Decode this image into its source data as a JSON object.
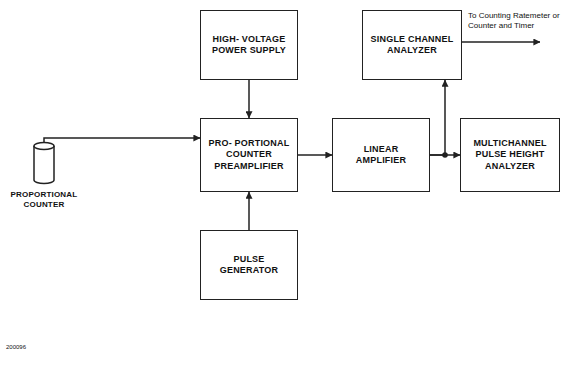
{
  "diagram": {
    "nodes": [
      {
        "text": [
          "HIGH- VOLTAGE POWER SUPPLY"
        ]
      },
      {
        "text": [
          "SINGLE CHANNEL ANALYZER"
        ]
      },
      {
        "text": [
          "PRO- PORTIONAL COUNTER PREAMPLIFIER"
        ]
      },
      {
        "text": [
          "LINEAR AMPLIFIER"
        ]
      },
      {
        "text": [
          "MULTICHANNEL PULSE HEIGHT ANALYZER"
        ]
      },
      {
        "text": [
          "PROPORTIONAL COUNTER"
        ]
      },
      {
        "text": [
          "PULSE GENERATOR"
        ]
      }
    ],
    "edges": [
      {
        "from": 0,
        "to": 2,
        "arrow": "to"
      },
      {
        "from": 6,
        "to": 2,
        "arrow": "to"
      },
      {
        "from": 5,
        "to": 2,
        "arrow": "to"
      },
      {
        "from": 2,
        "to": 3,
        "arrow": "to"
      },
      {
        "from": 3,
        "to": 1,
        "arrow": "to"
      },
      {
        "from": 3,
        "to": 4,
        "arrow": "to"
      }
    ],
    "labels": [
      "To Counting Ratemeter or Counter and Timer",
      "200096"
    ]
  }
}
